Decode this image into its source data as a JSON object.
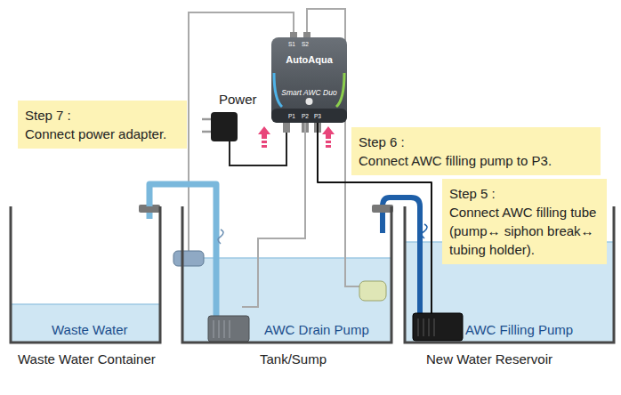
{
  "diagram": {
    "nodes": [
      {
        "text": [
          "S1",
          "S2",
          "AutoAqua",
          "Smart AWC Duo",
          "P1",
          "P2",
          "P3"
        ]
      },
      {
        "text": [
          "Step 7 :",
          "Connect power adapter."
        ]
      },
      {
        "text": [
          "Step 6 :",
          "Connect AWC filling pump to P3."
        ]
      },
      {
        "text": [
          "Step 5 :",
          "Connect AWC filling tube (pump↔ siphon break↔ tubing holder)."
        ]
      },
      {
        "text": [
          "Waste Water",
          "Waste Water Container"
        ]
      },
      {
        "text": [
          "AWC Drain Pump",
          "Tank/Sump"
        ]
      },
      {
        "text": [
          "AWC Filling Pump",
          "New Water Reservoir"
        ]
      }
    ],
    "edges": [
      {
        "from": 0,
        "to": 5,
        "arrow": "none"
      },
      {
        "from": 0,
        "to": 6,
        "arrow": "none"
      },
      {
        "from": 5,
        "to": 4,
        "arrow": "none"
      }
    ],
    "labels": [
      "Power"
    ]
  }
}
